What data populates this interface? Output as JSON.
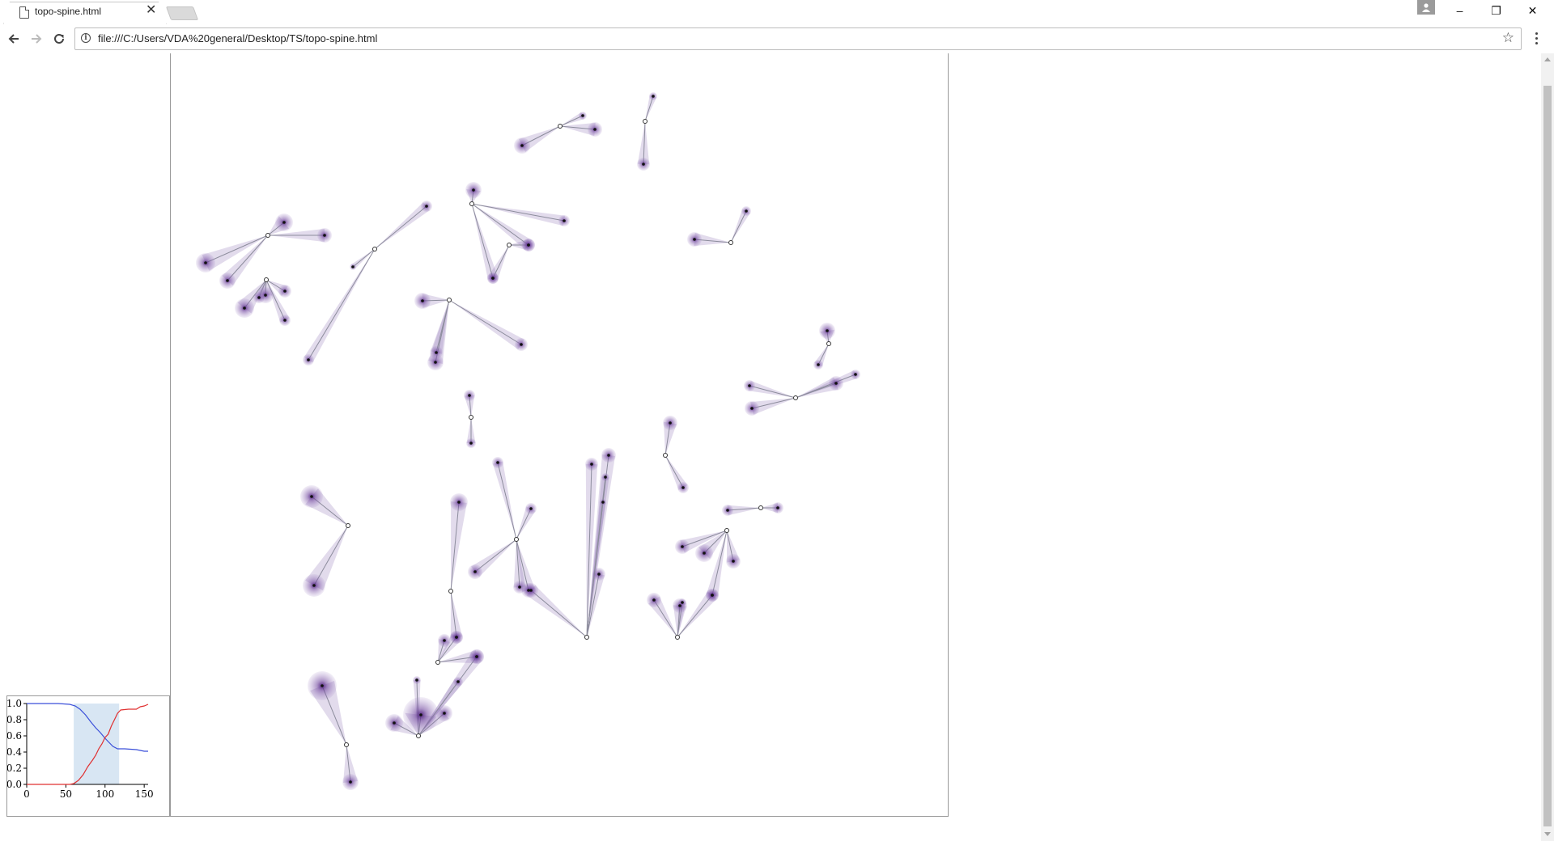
{
  "browser": {
    "tab_title": "topo-spine.html",
    "close_glyph": "✕",
    "url": "file:///C:/Users/VDA%20general/Desktop/TS/topo-spine.html",
    "window_buttons": {
      "minimize": "–",
      "restore": "❐",
      "close": "✕"
    },
    "icons": [
      "page-icon",
      "back-arrow-icon",
      "forward-arrow-icon",
      "reload-icon",
      "info-icon",
      "star-icon",
      "menu-icon",
      "profile-icon"
    ]
  },
  "colors": {
    "blob_fill": "#6a3d9a",
    "edge_stroke": "#8c8c9c",
    "edge_band": "#7a5aa8",
    "series_blue": "#3a4fd9",
    "series_red": "#e03030",
    "highlight": "#d8e6f3"
  },
  "chart_data": {
    "type": "line",
    "xlim": [
      0,
      155
    ],
    "ylim": [
      0,
      1
    ],
    "xticks": [
      "0",
      "50",
      "100",
      "150"
    ],
    "yticks": [
      "0.0",
      "0.2",
      "0.4",
      "0.6",
      "0.8",
      "1.0"
    ],
    "highlight_range": [
      60,
      118
    ],
    "series": [
      {
        "color": "#3a4fd9",
        "points": [
          [
            0,
            1.0
          ],
          [
            40,
            1.0
          ],
          [
            55,
            0.99
          ],
          [
            62,
            0.97
          ],
          [
            68,
            0.93
          ],
          [
            75,
            0.86
          ],
          [
            82,
            0.77
          ],
          [
            88,
            0.7
          ],
          [
            94,
            0.64
          ],
          [
            100,
            0.57
          ],
          [
            105,
            0.52
          ],
          [
            110,
            0.47
          ],
          [
            116,
            0.44
          ],
          [
            125,
            0.44
          ],
          [
            140,
            0.43
          ],
          [
            150,
            0.41
          ],
          [
            155,
            0.41
          ]
        ]
      },
      {
        "color": "#e03030",
        "points": [
          [
            0,
            0.0
          ],
          [
            55,
            0.0
          ],
          [
            60,
            0.01
          ],
          [
            66,
            0.05
          ],
          [
            72,
            0.12
          ],
          [
            78,
            0.22
          ],
          [
            84,
            0.3
          ],
          [
            88,
            0.36
          ],
          [
            92,
            0.44
          ],
          [
            96,
            0.5
          ],
          [
            100,
            0.58
          ],
          [
            104,
            0.62
          ],
          [
            108,
            0.72
          ],
          [
            112,
            0.8
          ],
          [
            116,
            0.88
          ],
          [
            120,
            0.92
          ],
          [
            130,
            0.93
          ],
          [
            140,
            0.93
          ],
          [
            145,
            0.96
          ],
          [
            150,
            0.97
          ],
          [
            155,
            0.99
          ]
        ]
      }
    ]
  }
}
